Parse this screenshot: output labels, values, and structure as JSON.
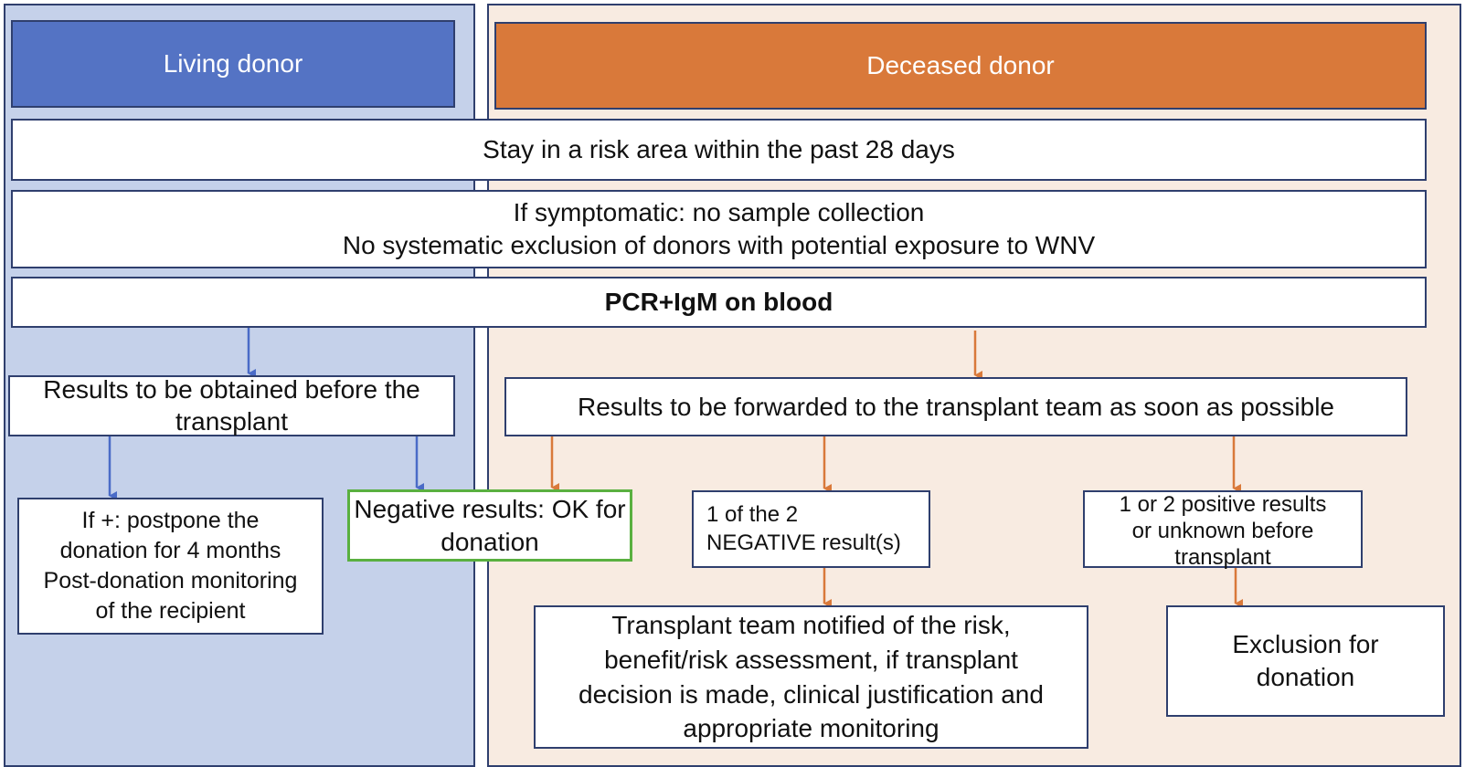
{
  "colors": {
    "living_panel": "#c5d1ea",
    "living_header": "#5473c4",
    "deceased_panel": "#f8ebe1",
    "deceased_header": "#d9793a",
    "box_border": "#2f3f6e",
    "negative_border": "#5ab040",
    "living_arrow": "#4a6bc7",
    "deceased_arrow": "#d9793a"
  },
  "headers": {
    "living": "Living donor",
    "deceased": "Deceased donor"
  },
  "shared": {
    "stay": "Stay in a risk area within the past 28 days",
    "symptomatic_line1": "If symptomatic: no sample collection",
    "symptomatic_line2": "No systematic exclusion of donors with potential exposure to WNV",
    "pcr": "PCR+IgM on blood"
  },
  "living": {
    "results": "Results to be obtained before the transplant",
    "postpone_line1": "If +: postpone the",
    "postpone_line2": "donation for 4 months",
    "postpone_line3": "Post-donation monitoring",
    "postpone_line4": "of the recipient",
    "negative": "Negative results: OK for donation"
  },
  "deceased": {
    "forwarded": "Results to be forwarded to the transplant team as soon as possible",
    "one_negative_line1": "1 of the 2",
    "one_negative_line2": "NEGATIVE result(s)",
    "positive_line1": "1 or 2 positive results",
    "positive_line2": "or unknown before",
    "positive_line3": "transplant",
    "notified_line1": "Transplant team notified of the risk,",
    "notified_line2": "benefit/risk assessment, if transplant",
    "notified_line3": "decision is made, clinical justification and",
    "notified_line4": "appropriate monitoring",
    "exclusion_line1": "Exclusion for",
    "exclusion_line2": "donation"
  }
}
